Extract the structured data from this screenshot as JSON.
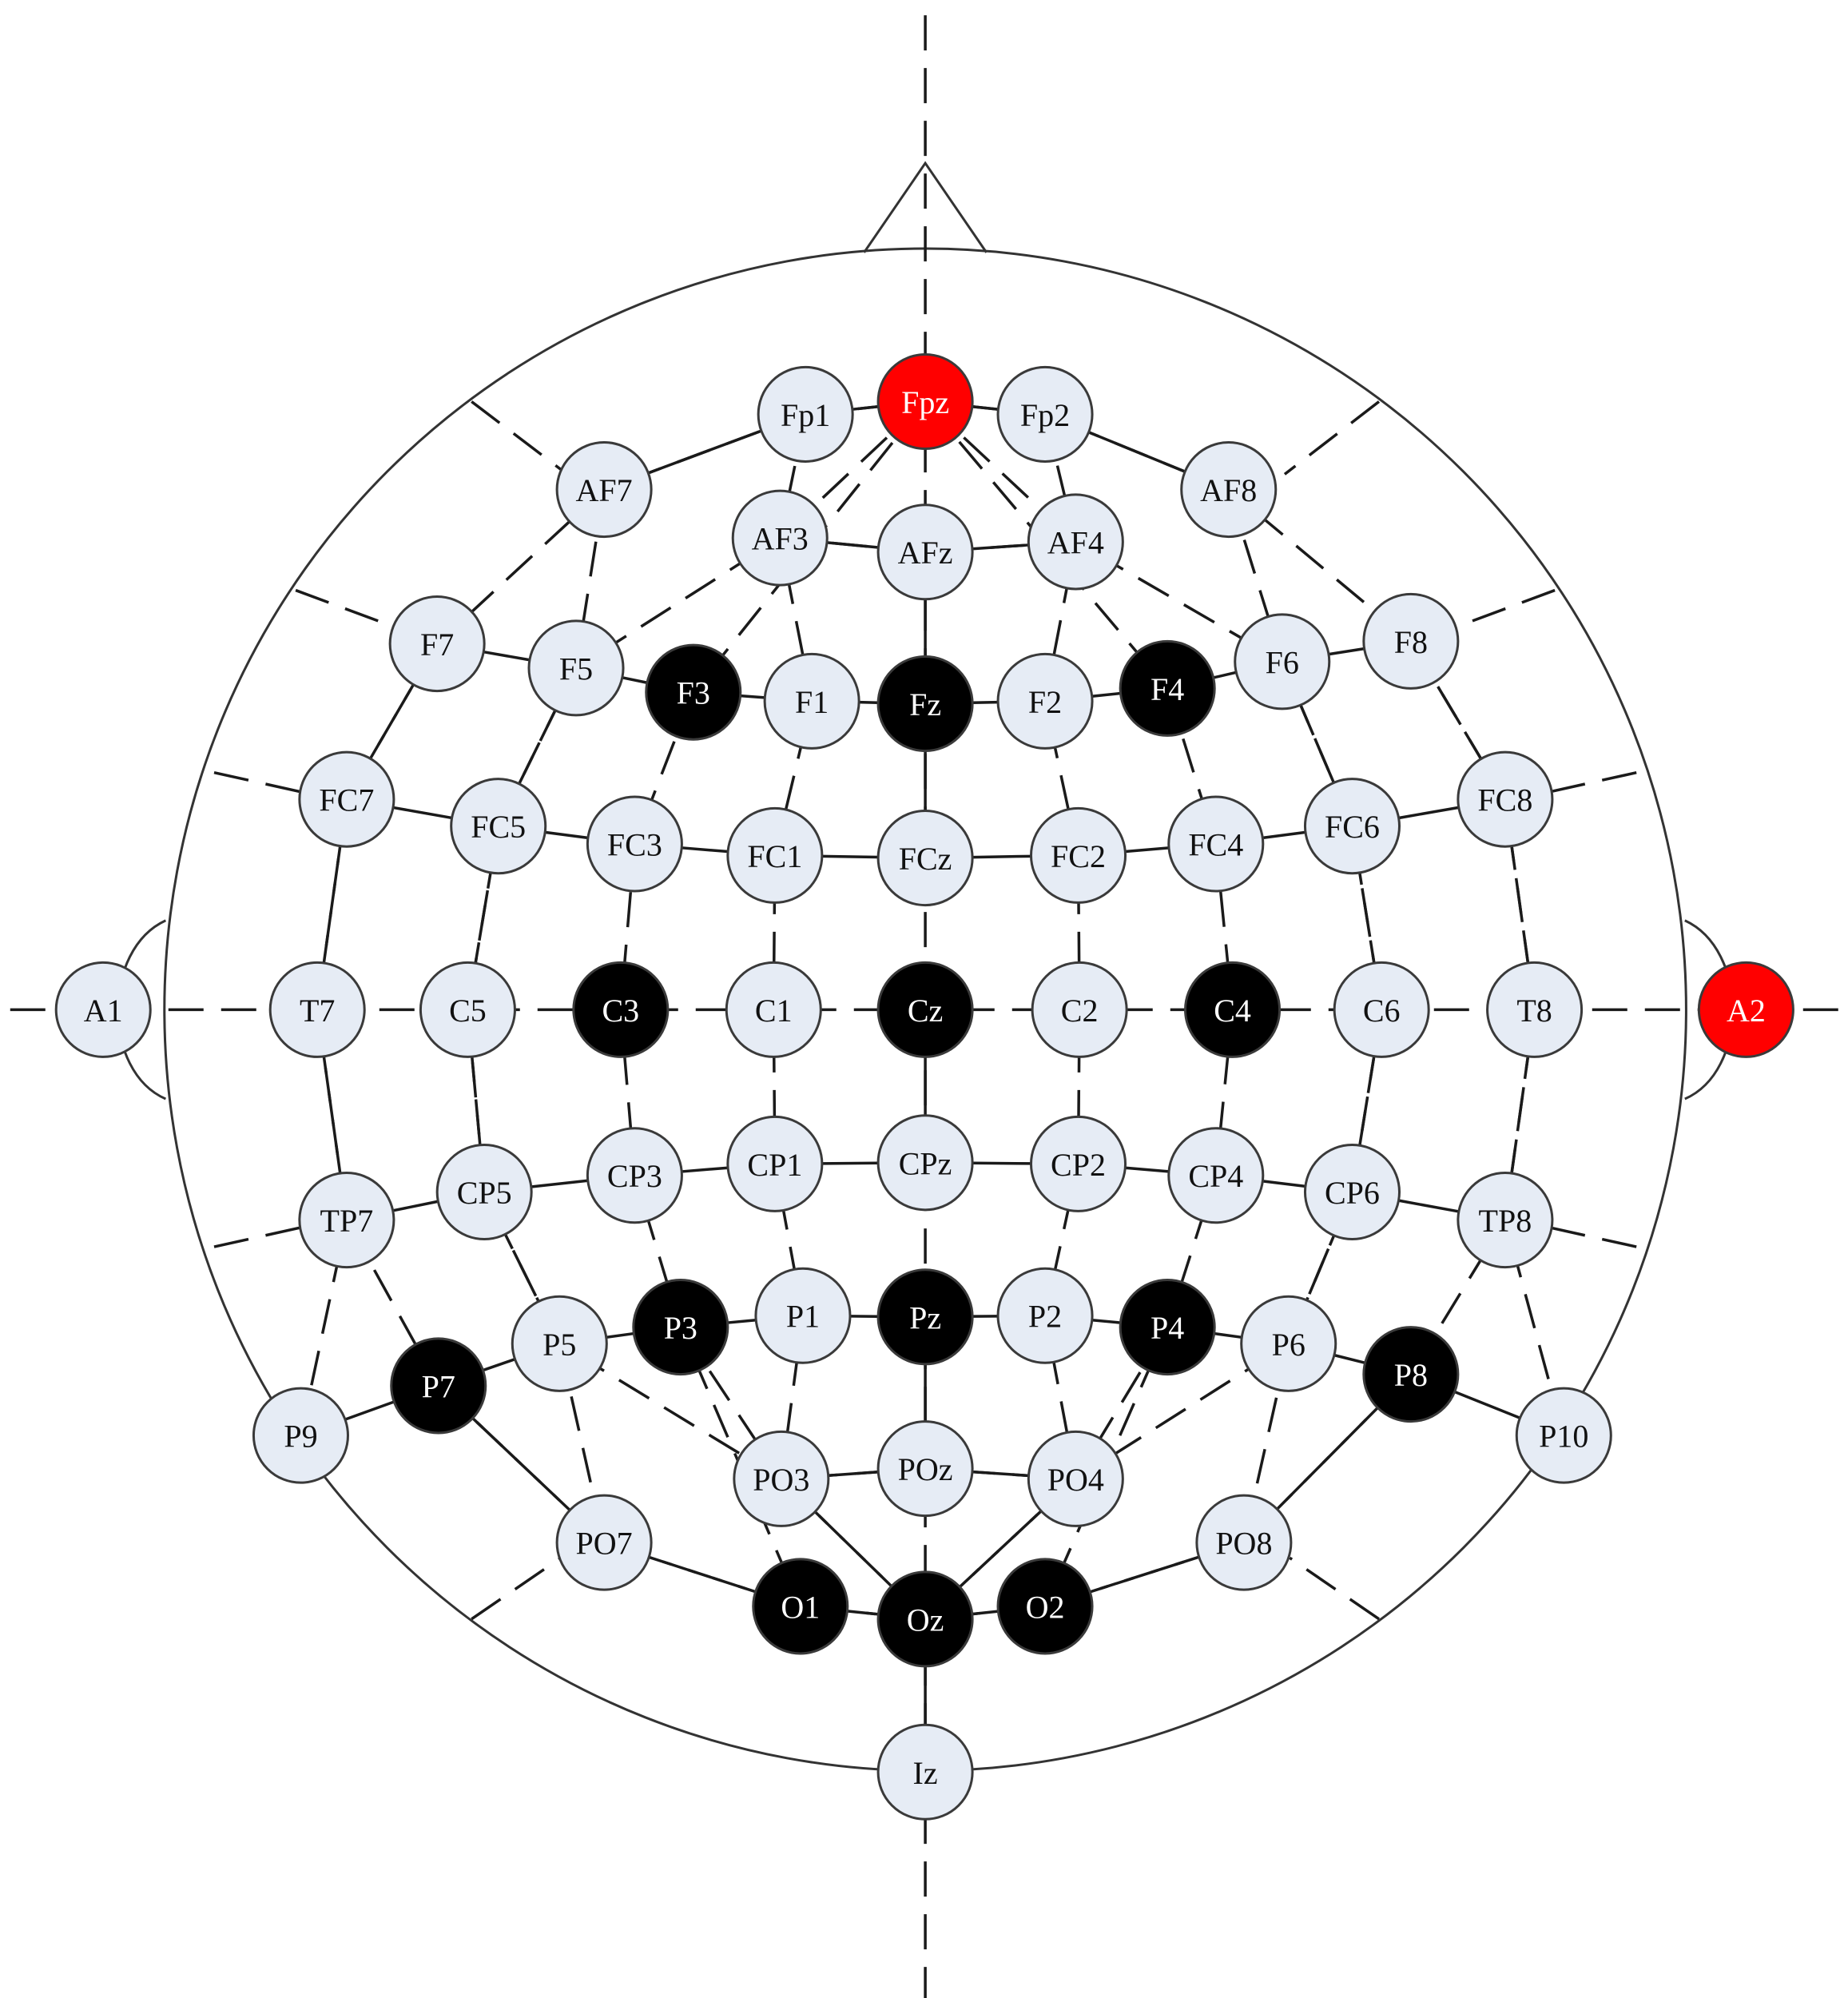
{
  "colors": {
    "background": "#ffffff",
    "normal_fill": "#e6ecf5",
    "selected_fill": "#000000",
    "reference_fill": "#ff0000",
    "line": "#1a1a1a"
  },
  "electrodes": [
    {
      "label": "Fpz",
      "type": "reference"
    },
    {
      "label": "Fp1",
      "type": "normal"
    },
    {
      "label": "Fp2",
      "type": "normal"
    },
    {
      "label": "AF7",
      "type": "normal"
    },
    {
      "label": "AF3",
      "type": "normal"
    },
    {
      "label": "AFz",
      "type": "normal"
    },
    {
      "label": "AF4",
      "type": "normal"
    },
    {
      "label": "AF8",
      "type": "normal"
    },
    {
      "label": "F7",
      "type": "normal"
    },
    {
      "label": "F5",
      "type": "normal"
    },
    {
      "label": "F3",
      "type": "selected"
    },
    {
      "label": "F1",
      "type": "normal"
    },
    {
      "label": "Fz",
      "type": "selected"
    },
    {
      "label": "F2",
      "type": "normal"
    },
    {
      "label": "F4",
      "type": "selected"
    },
    {
      "label": "F6",
      "type": "normal"
    },
    {
      "label": "F8",
      "type": "normal"
    },
    {
      "label": "FC7",
      "type": "normal"
    },
    {
      "label": "FC5",
      "type": "normal"
    },
    {
      "label": "FC3",
      "type": "normal"
    },
    {
      "label": "FC1",
      "type": "normal"
    },
    {
      "label": "FCz",
      "type": "normal"
    },
    {
      "label": "FC2",
      "type": "normal"
    },
    {
      "label": "FC4",
      "type": "normal"
    },
    {
      "label": "FC6",
      "type": "normal"
    },
    {
      "label": "FC8",
      "type": "normal"
    },
    {
      "label": "A1",
      "type": "normal"
    },
    {
      "label": "T7",
      "type": "normal"
    },
    {
      "label": "C5",
      "type": "normal"
    },
    {
      "label": "C3",
      "type": "selected"
    },
    {
      "label": "C1",
      "type": "normal"
    },
    {
      "label": "Cz",
      "type": "selected"
    },
    {
      "label": "C2",
      "type": "normal"
    },
    {
      "label": "C4",
      "type": "selected"
    },
    {
      "label": "C6",
      "type": "normal"
    },
    {
      "label": "T8",
      "type": "normal"
    },
    {
      "label": "A2",
      "type": "reference"
    },
    {
      "label": "TP7",
      "type": "normal"
    },
    {
      "label": "CP5",
      "type": "normal"
    },
    {
      "label": "CP3",
      "type": "normal"
    },
    {
      "label": "CP1",
      "type": "normal"
    },
    {
      "label": "CPz",
      "type": "normal"
    },
    {
      "label": "CP2",
      "type": "normal"
    },
    {
      "label": "CP4",
      "type": "normal"
    },
    {
      "label": "CP6",
      "type": "normal"
    },
    {
      "label": "TP8",
      "type": "normal"
    },
    {
      "label": "P9",
      "type": "normal"
    },
    {
      "label": "P7",
      "type": "selected"
    },
    {
      "label": "P5",
      "type": "normal"
    },
    {
      "label": "P3",
      "type": "selected"
    },
    {
      "label": "P1",
      "type": "normal"
    },
    {
      "label": "Pz",
      "type": "selected"
    },
    {
      "label": "P2",
      "type": "normal"
    },
    {
      "label": "P4",
      "type": "selected"
    },
    {
      "label": "P6",
      "type": "normal"
    },
    {
      "label": "P8",
      "type": "selected"
    },
    {
      "label": "P10",
      "type": "normal"
    },
    {
      "label": "PO7",
      "type": "normal"
    },
    {
      "label": "PO3",
      "type": "normal"
    },
    {
      "label": "POz",
      "type": "normal"
    },
    {
      "label": "PO4",
      "type": "normal"
    },
    {
      "label": "PO8",
      "type": "normal"
    },
    {
      "label": "O1",
      "type": "selected"
    },
    {
      "label": "Oz",
      "type": "selected"
    },
    {
      "label": "O2",
      "type": "selected"
    },
    {
      "label": "Iz",
      "type": "normal"
    }
  ]
}
